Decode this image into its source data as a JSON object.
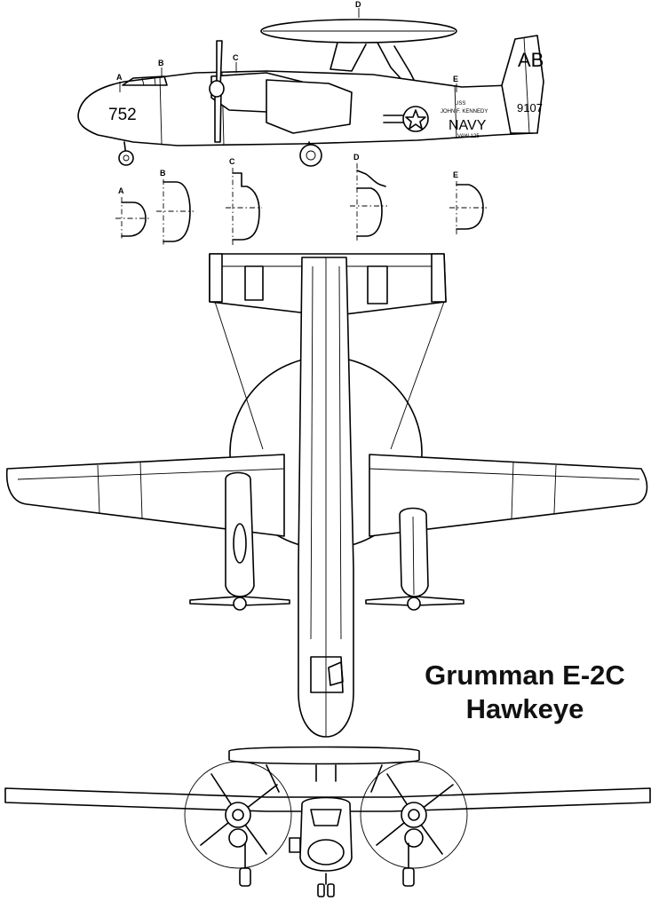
{
  "title": {
    "line1": "Grumman E-2C",
    "line2": "Hawkeye"
  },
  "section_markers": [
    "A",
    "B",
    "C",
    "D",
    "E"
  ],
  "aircraft_markings": {
    "modex": "752",
    "tail_code": "AB",
    "serial": "9107",
    "service": "NAVY",
    "ship_line1": "USS",
    "ship_line2": "JOHN F. KENNEDY",
    "squadron": "VAW 125"
  },
  "colors": {
    "ink": "#000000",
    "paper": "#ffffff"
  }
}
